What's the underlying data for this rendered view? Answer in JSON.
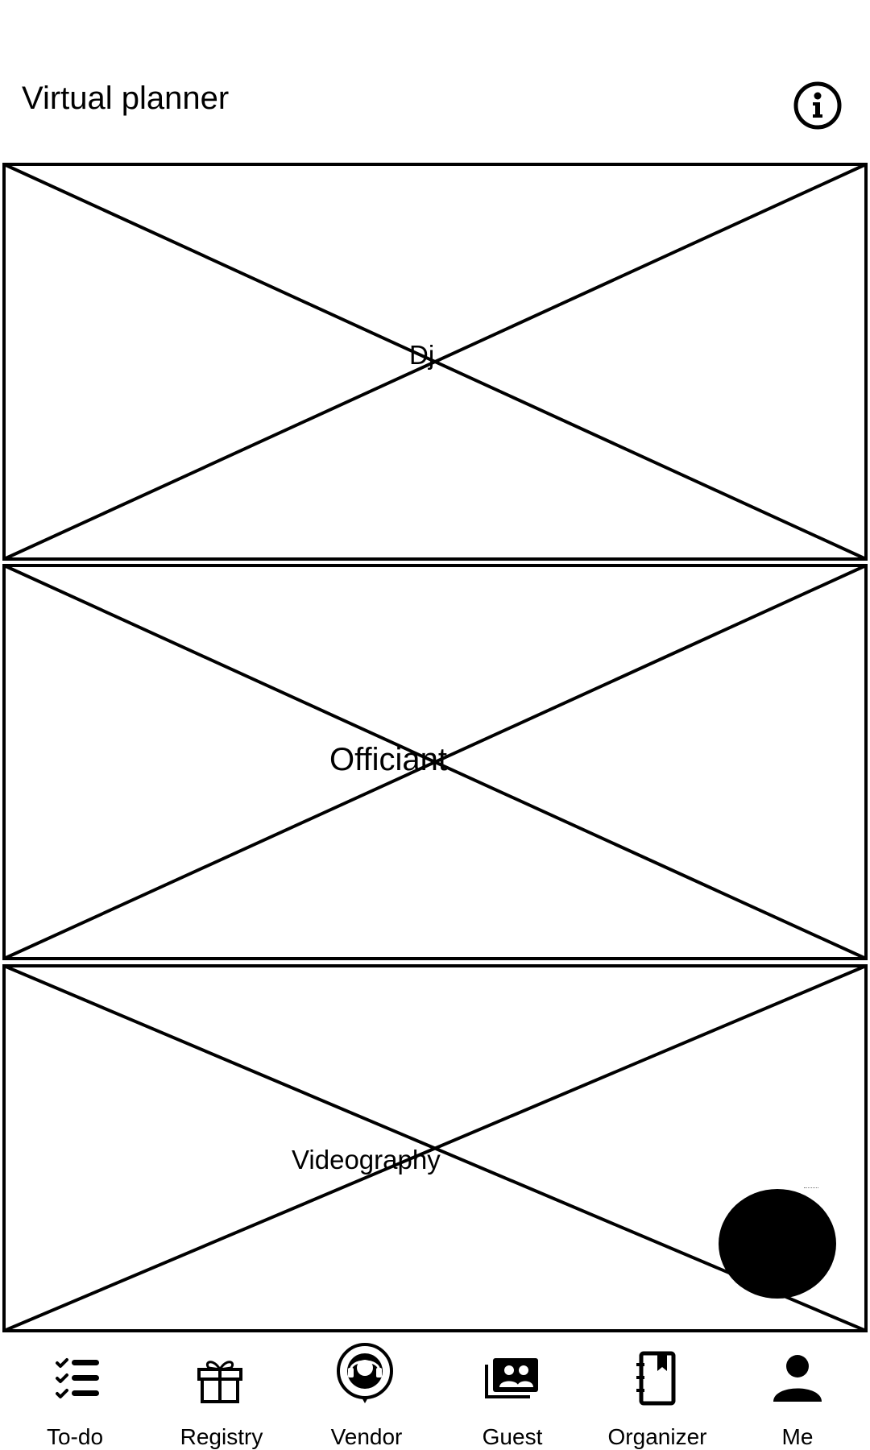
{
  "header": {
    "title": "Virtual planner",
    "info_icon": "info-icon"
  },
  "vendors": [
    {
      "label": "Dj"
    },
    {
      "label": "Officiant"
    },
    {
      "label": "Videography"
    }
  ],
  "fab": {
    "icon": "fab-circle"
  },
  "bottom_nav": [
    {
      "label": "To-do",
      "icon": "checklist-icon"
    },
    {
      "label": "Registry",
      "icon": "gift-icon"
    },
    {
      "label": "Vendor",
      "icon": "headset-icon"
    },
    {
      "label": "Guest",
      "icon": "guests-icon"
    },
    {
      "label": "Organizer",
      "icon": "notebook-icon"
    },
    {
      "label": "Me",
      "icon": "person-icon"
    }
  ]
}
